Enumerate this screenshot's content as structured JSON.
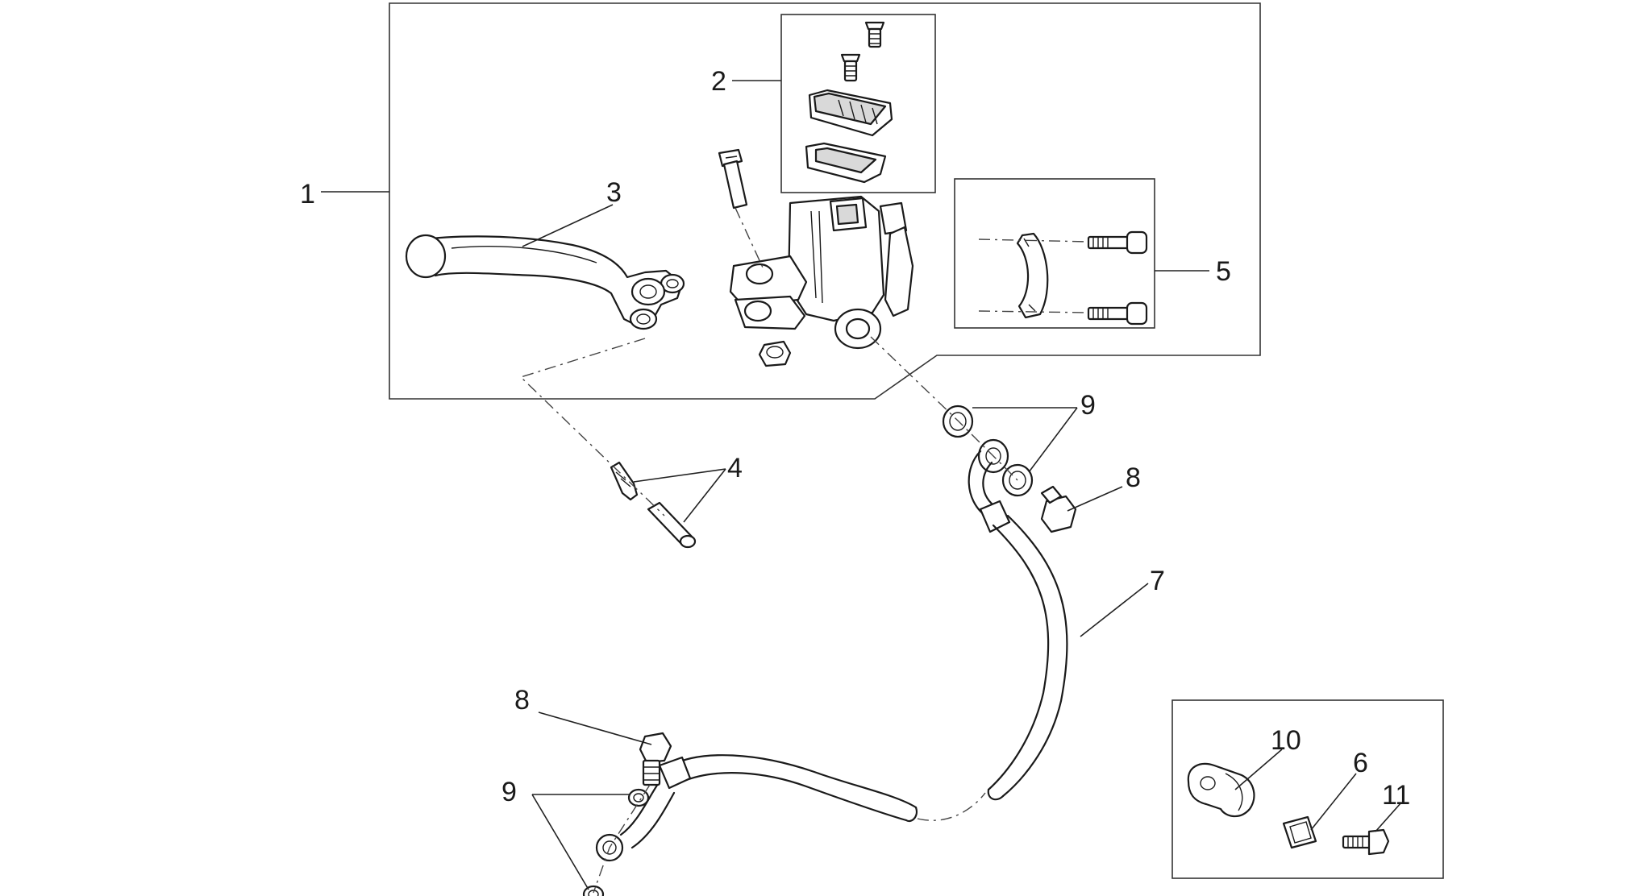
{
  "callouts": {
    "c1": "1",
    "c2": "2",
    "c3": "3",
    "c4": "4",
    "c5": "5",
    "c6": "6",
    "c7": "7",
    "c8a": "8",
    "c8b": "8",
    "c9a": "9",
    "c9b": "9",
    "c10": "10",
    "c11": "11"
  }
}
